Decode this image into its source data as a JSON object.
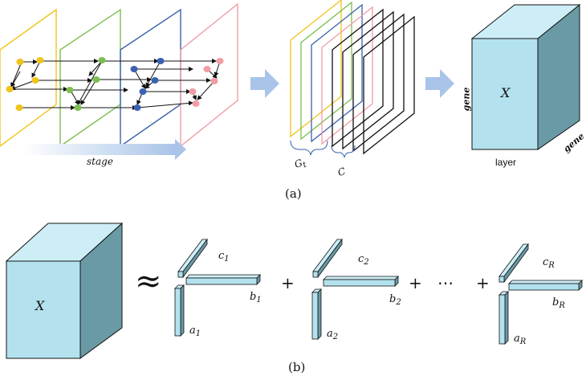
{
  "colors": {
    "yellow": "#f0c419",
    "green": "#7bbf50",
    "blue": "#3a62b0",
    "pink": "#f29ca4",
    "cube_front": "#b3e2ee",
    "cube_top": "#cdeef6",
    "cube_side": "#6a9aa6",
    "arrow": "#a9c4e8"
  },
  "top": {
    "stage_label": "stage",
    "gt_label": "G",
    "gt_sub": "t",
    "c_label": "C",
    "cube_label": "X",
    "gene_left": "gene",
    "gene_right": "gene",
    "layer_label": "layer",
    "caption": "(a)"
  },
  "bottom": {
    "cube_label": "X",
    "approx": "≈",
    "plus": "+",
    "dots": "⋯",
    "caption": "(b)",
    "factors": [
      {
        "c": "c",
        "c_sub": "1",
        "b": "b",
        "b_sub": "1",
        "a": "a",
        "a_sub": "1"
      },
      {
        "c": "c",
        "c_sub": "2",
        "b": "b",
        "b_sub": "2",
        "a": "a",
        "a_sub": "2"
      },
      {
        "c": "c",
        "c_sub": "R",
        "b": "b",
        "b_sub": "R",
        "a": "a",
        "a_sub": "R"
      }
    ]
  }
}
